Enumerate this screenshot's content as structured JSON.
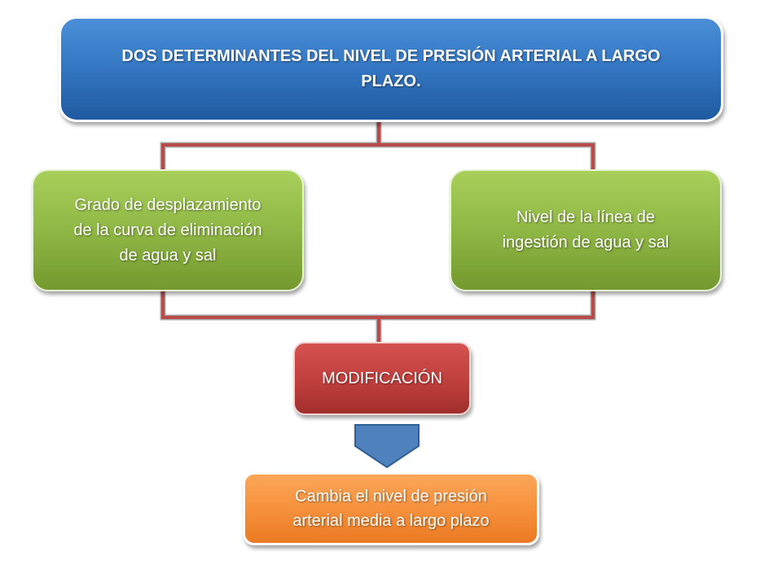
{
  "header": {
    "lines": [
      "DOS DETERMINANTES DEL NIVEL DE PRESIÓN ARTERIAL A LARGO",
      "PLAZO."
    ]
  },
  "left_factor": {
    "lines": [
      "Grado de desplazamiento",
      "de la curva de eliminación",
      "de agua y sal"
    ]
  },
  "right_factor": {
    "lines": [
      "Nivel de la línea de",
      "ingestión de agua y sal"
    ]
  },
  "modification": {
    "label": "MODIFICACIÓN"
  },
  "result": {
    "lines": [
      "Cambia el nivel de presión",
      "arterial media a largo plazo"
    ]
  },
  "colors": {
    "blue-top": "#4a8fd8",
    "blue-bot": "#1f5aa0",
    "green-top": "#a9cf5b",
    "green-bot": "#74992f",
    "red-top": "#d4524f",
    "red-bot": "#a02e2c",
    "orange-top": "#fba659",
    "orange-bot": "#ea7a22",
    "connector": "#b94a48",
    "arrow": "#4f81bd"
  },
  "icons": {
    "arrow": "down-arrow-icon"
  }
}
